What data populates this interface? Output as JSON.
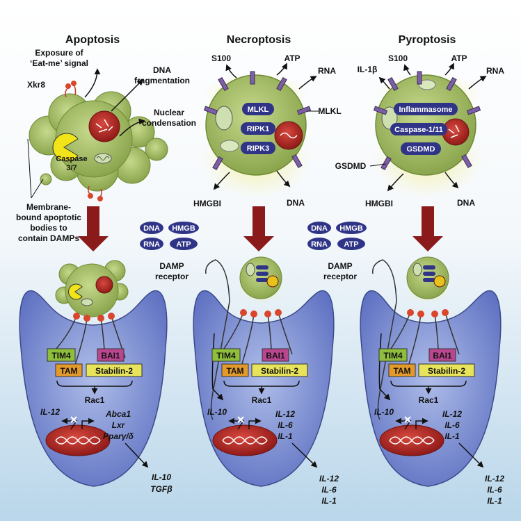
{
  "titles": {
    "apoptosis": "Apoptosis",
    "necroptosis": "Necroptosis",
    "pyroptosis": "Pyroptosis"
  },
  "apoptosis": {
    "eat_me": [
      "Exposure of",
      "‘Eat-me’ signal"
    ],
    "xkr8": "Xkr8",
    "dna_frag": [
      "DNA",
      "fragmentation"
    ],
    "nuclear": [
      "Nuclear",
      "condensation"
    ],
    "caspase": [
      "Caspase",
      "3/7"
    ],
    "bodies": [
      "Membrane-",
      "bound apoptotic",
      "bodies to",
      "contain DAMPs"
    ]
  },
  "necroptosis": {
    "s100": "S100",
    "atp": "ATP",
    "rna": "RNA",
    "mlkl_out": "MLKL",
    "pills": [
      "MLKL",
      "RIPK1",
      "RIPK3"
    ],
    "hmgbi": "HMGBI",
    "dna": "DNA"
  },
  "pyroptosis": {
    "il1b": "IL-1β",
    "s100": "S100",
    "atp": "ATP",
    "rna": "RNA",
    "pills": [
      "Inflammasome",
      "Caspase-1/11",
      "GSDMD"
    ],
    "gsdmd_out": "GSDMD",
    "hmgbi": "HMGBI",
    "dna": "DNA"
  },
  "damps": {
    "items": [
      "DNA",
      "HMGB",
      "RNA",
      "ATP"
    ],
    "receptor": [
      "DAMP",
      "receptor"
    ]
  },
  "receptors": {
    "tim4": "TIM4",
    "bai1": "BAI1",
    "tam": "TAM",
    "stabilin": "Stabilin-2",
    "rac1": "Rac1"
  },
  "macrophage_apoptosis": {
    "left": "IL-12",
    "right": [
      "Abca1",
      "Lxr",
      "Pparγ/δ"
    ],
    "out": [
      "IL-10",
      "TGFβ"
    ]
  },
  "macrophage_necroptosis": {
    "left": "IL-10",
    "right": [
      "IL-12",
      "IL-6",
      "IL-1"
    ],
    "out": [
      "IL-12",
      "IL-6",
      "IL-1"
    ]
  },
  "macrophage_pyroptosis": {
    "left": "IL-10",
    "right": [
      "IL-12",
      "IL-6",
      "IL-1"
    ],
    "out": [
      "IL-12",
      "IL-6",
      "IL-1"
    ]
  },
  "colors": {
    "bg_top": "#ffffff",
    "bg_bottom": "#b9d6ea",
    "cell": "#9fb85a",
    "macrophage": "#6d80cc",
    "nucleus": "#b72a26",
    "arrow": "#8b1a1a",
    "pill": "#2f3486",
    "tim4": "#8ebe3c",
    "bai1": "#b9468f",
    "tam": "#e39a2b",
    "stabilin": "#e7e35a"
  }
}
